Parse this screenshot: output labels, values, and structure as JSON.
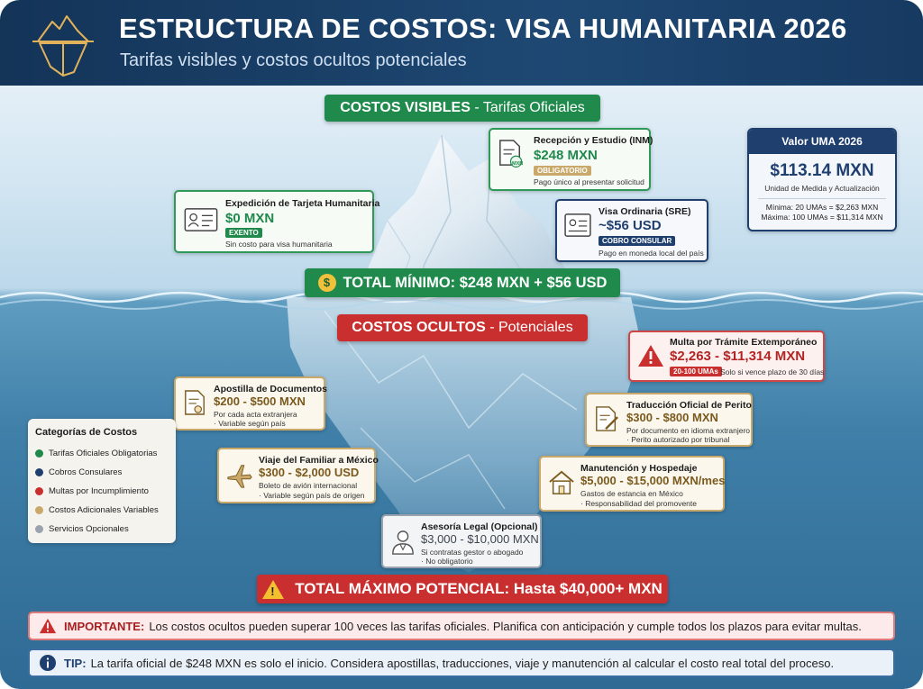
{
  "header": {
    "title": "ESTRUCTURA DE COSTOS: VISA HUMANITARIA 2026",
    "subtitle": "Tarifas visibles y costos ocultos potenciales"
  },
  "visible": {
    "banner_bold": "COSTOS VISIBLES",
    "banner_light": "- Tarifas Oficiales",
    "total_min": "TOTAL MÍNIMO: $248 MXN + $56 USD"
  },
  "hidden": {
    "banner_bold": "COSTOS OCULTOS",
    "banner_light": "- Potenciales",
    "total_max": "TOTAL MÁXIMO POTENCIAL: Hasta $40,000+ MXN"
  },
  "cards": {
    "inm": {
      "title": "Recepción y Estudio (INM)",
      "price": "$248 MXN",
      "badge": "OBLIGATORIO",
      "note": "Pago único al presentar solicitud",
      "icon_label": "MXN"
    },
    "tarjeta": {
      "title": "Expedición de Tarjeta Humanitaria",
      "price": "$0 MXN",
      "badge": "EXENTO",
      "note": "Sin costo para visa humanitaria"
    },
    "sre": {
      "title": "Visa Ordinaria (SRE)",
      "price": "~$56 USD",
      "badge": "COBRO CONSULAR",
      "note": "Pago en moneda local del país"
    },
    "multa": {
      "title": "Multa por Trámite Extemporáneo",
      "price": "$2,263 - $11,314 MXN",
      "badge": "20-100 UMAs",
      "note": "Solo si vence plazo de 30 días"
    },
    "apostilla": {
      "title": "Apostilla de Documentos",
      "price": "$200 - $500 MXN",
      "note1": "Por cada acta extranjera",
      "note2": "· Variable según país"
    },
    "traduccion": {
      "title": "Traducción Oficial de Perito",
      "price": "$300 - $800 MXN",
      "note1": "Por documento en idioma extranjero",
      "note2": "· Perito autorizado por tribunal"
    },
    "viaje": {
      "title": "Viaje del Familiar a México",
      "price": "$300 - $2,000 USD",
      "note1": "Boleto de avión internacional",
      "note2": "· Variable según país de origen"
    },
    "manutencion": {
      "title": "Manutención y Hospedaje",
      "price": "$5,000 - $15,000 MXN/mes",
      "note1": "Gastos de estancia en México",
      "note2": "· Responsabilidad del promovente"
    },
    "asesoria": {
      "title": "Asesoría Legal (Opcional)",
      "price": "$3,000 - $10,000 MXN",
      "note1": "Si contratas gestor o abogado",
      "note2": "· No obligatorio"
    }
  },
  "uma": {
    "title": "Valor UMA 2026",
    "value": "$113.14 MXN",
    "desc": "Unidad de Medida y Actualización",
    "min": "Mínima: 20 UMAs = $2,263 MXN",
    "max": "Máxima: 100 UMAs = $11,314 MXN"
  },
  "legend": {
    "title": "Categorías de Costos",
    "items": [
      {
        "label": "Tarifas Oficiales Obligatorias",
        "color": "#1f8a4c"
      },
      {
        "label": "Cobros Consulares",
        "color": "#1f3f6f"
      },
      {
        "label": "Multas por Incumplimiento",
        "color": "#c92f2f"
      },
      {
        "label": "Costos Adicionales Variables",
        "color": "#c9a86a"
      },
      {
        "label": "Servicios Opcionales",
        "color": "#9aa3ad"
      }
    ]
  },
  "notes": {
    "important_label": "IMPORTANTE:",
    "important_text": "Los costos ocultos pueden superar 100 veces las tarifas oficiales. Planifica con anticipación y cumple todos los plazos para evitar multas.",
    "tip_label": "TIP:",
    "tip_text": "La tarifa oficial de $248 MXN es solo el inicio. Considera apostillas, traducciones, viaje y manutención al calcular el costo real total del proceso."
  },
  "icons": {
    "logo": "iceberg-logo-icon",
    "document": "document-icon",
    "id_card": "id-card-icon",
    "warning": "warning-icon",
    "stamp": "certificate-icon",
    "translate": "translation-icon",
    "plane": "airplane-icon",
    "house": "house-icon",
    "person": "advisor-icon",
    "money": "money-bag-icon",
    "info": "info-icon"
  }
}
